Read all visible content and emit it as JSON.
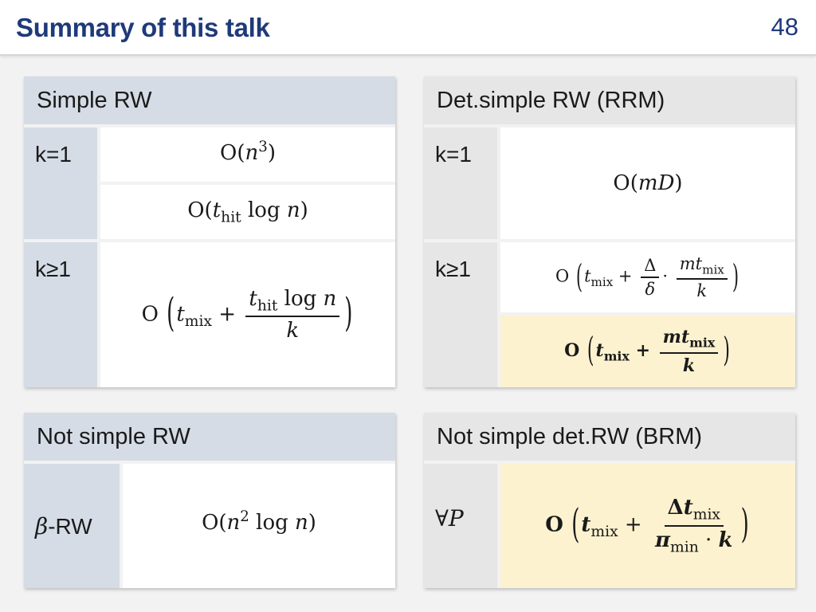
{
  "slide": {
    "title": "Summary of this talk",
    "page_number": "48"
  },
  "panels": {
    "simple_rw": {
      "header": "Simple RW",
      "k1_label": "k=1",
      "k1_bound_a": {
        "O": "O",
        "open": "(",
        "n": "n",
        "exp": "3",
        "close": ")"
      },
      "k1_bound_b": {
        "O": "O",
        "open": "(",
        "t": "t",
        "sub": "hit",
        "log": "log",
        "n": "n",
        "close": ")"
      },
      "kge1_label": "k≥1",
      "kge1_bound": {
        "O": "O",
        "t": "t",
        "sub_mix": "mix",
        "plus": "+",
        "num_t": "t",
        "num_sub": "hit",
        "num_log": "log",
        "num_n": "n",
        "den": "k"
      }
    },
    "det_simple_rw": {
      "header": "Det.simple RW (RRM)",
      "k1_label": "k=1",
      "k1_bound": {
        "O": "O",
        "open": "(",
        "m": "m",
        "D": "D",
        "close": ")"
      },
      "kge1_label": "k≥1",
      "kge1_bound_a": {
        "O": "O",
        "t": "t",
        "sub_mix": "mix",
        "plus": "+",
        "delta": "Δ",
        "delta_den": "δ",
        "cdot": "·",
        "num_m": "m",
        "num_t": "t",
        "num_sub": "mix",
        "den": "k"
      },
      "kge1_bound_b": {
        "O": "O",
        "t": "t",
        "sub_mix": "mix",
        "plus": "+",
        "num_m": "m",
        "num_t": "t",
        "num_sub": "mix",
        "den": "k"
      }
    },
    "not_simple_rw": {
      "header": "Not simple RW",
      "beta_sym": "β",
      "beta_label": "-RW",
      "bound": {
        "O": "O",
        "open": "(",
        "n": "n",
        "exp": "2",
        "log": "log",
        "n2": "n",
        "close": ")"
      }
    },
    "not_simple_det_rw": {
      "header": "Not simple det.RW (BRM)",
      "forall_label": "∀",
      "forall_var": "P",
      "bound": {
        "O": "O",
        "t": "t",
        "sub_mix": "mix",
        "plus": "+",
        "num_delta": "Δ",
        "num_t": "t",
        "num_sub": "mix",
        "den_pi": "π",
        "den_sub": "min",
        "cdot": "·",
        "den_k": "k"
      }
    }
  },
  "colors": {
    "title_blue": "#1f3a7a",
    "header_blue": "#d5dce6",
    "header_grey": "#e6e6e6",
    "highlight_yellow": "#fdf2cf"
  }
}
